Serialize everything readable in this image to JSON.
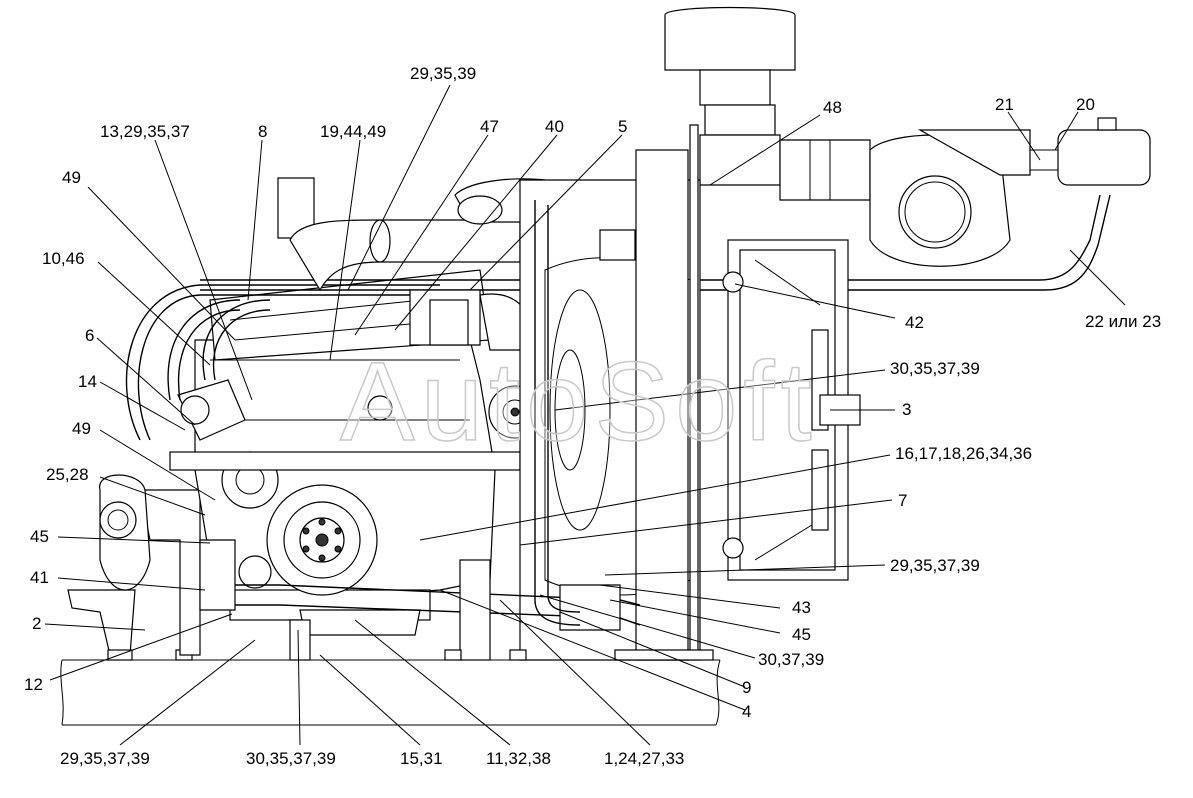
{
  "watermark": "AutoSoft",
  "callouts": [
    {
      "id": "c1",
      "label": "29,35,39"
    },
    {
      "id": "c2",
      "label": "48"
    },
    {
      "id": "c3",
      "label": "21"
    },
    {
      "id": "c4",
      "label": "20"
    },
    {
      "id": "c5",
      "label": "13,29,35,37"
    },
    {
      "id": "c6",
      "label": "8"
    },
    {
      "id": "c7",
      "label": "19,44,49"
    },
    {
      "id": "c8",
      "label": "47"
    },
    {
      "id": "c9",
      "label": "40"
    },
    {
      "id": "c10",
      "label": "5"
    },
    {
      "id": "c11",
      "label": "49"
    },
    {
      "id": "c12",
      "label": "10,46"
    },
    {
      "id": "c13",
      "label": "6"
    },
    {
      "id": "c14",
      "label": "14"
    },
    {
      "id": "c15",
      "label": "49"
    },
    {
      "id": "c16",
      "label": "25,28"
    },
    {
      "id": "c17",
      "label": "45"
    },
    {
      "id": "c18",
      "label": "41"
    },
    {
      "id": "c19",
      "label": "2"
    },
    {
      "id": "c20",
      "label": "12"
    },
    {
      "id": "c21",
      "label": "42"
    },
    {
      "id": "c22",
      "label": "22 или 23"
    },
    {
      "id": "c23",
      "label": "30,35,37,39"
    },
    {
      "id": "c24",
      "label": "3"
    },
    {
      "id": "c25",
      "label": "16,17,18,26,34,36"
    },
    {
      "id": "c26",
      "label": "7"
    },
    {
      "id": "c27",
      "label": "29,35,37,39"
    },
    {
      "id": "c28",
      "label": "43"
    },
    {
      "id": "c29",
      "label": "45"
    },
    {
      "id": "c30",
      "label": "30,37,39"
    },
    {
      "id": "c31",
      "label": "9"
    },
    {
      "id": "c32",
      "label": "4"
    },
    {
      "id": "c33",
      "label": "29,35,37,39"
    },
    {
      "id": "c34",
      "label": "30,35,37,39"
    },
    {
      "id": "c35",
      "label": "15,31"
    },
    {
      "id": "c36",
      "label": "11,32,38"
    },
    {
      "id": "c37",
      "label": "1,24,27,33"
    }
  ]
}
